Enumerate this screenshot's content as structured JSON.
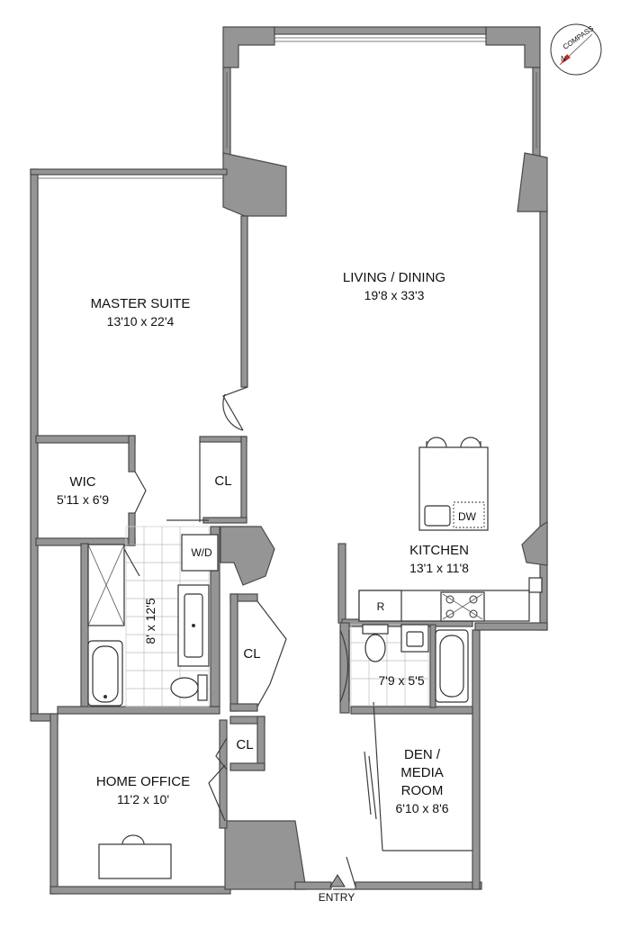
{
  "rooms": {
    "living": {
      "name": "LIVING / DINING",
      "dims": "19'8 x 33'3"
    },
    "master": {
      "name": "MASTER SUITE",
      "dims": "13'10 x 22'4"
    },
    "wic": {
      "name": "WIC",
      "dims": "5'11 x 6'9"
    },
    "master_bath": {
      "dims": "8' x 12'5"
    },
    "kitchen": {
      "name": "KITCHEN",
      "dims": "13'1 x 11'8"
    },
    "guest_bath": {
      "dims": "7'9 x 5'5"
    },
    "den": {
      "name_line1": "DEN /",
      "name_line2": "MEDIA",
      "name_line3": "ROOM",
      "dims": "6'10 x 8'6"
    },
    "office": {
      "name": "HOME OFFICE",
      "dims": "11'2 x 10'"
    }
  },
  "closets": {
    "cl1": "CL",
    "cl2": "CL",
    "cl3": "CL"
  },
  "appliances": {
    "washer_dryer": "W/D",
    "dishwasher": "DW",
    "refrigerator": "R"
  },
  "entry": "ENTRY",
  "compass": {
    "label": "COMPASS",
    "north": "N"
  },
  "colors": {
    "wall_fill": "#959595",
    "wall_stroke": "#4a4a4a",
    "text": "#111111"
  }
}
